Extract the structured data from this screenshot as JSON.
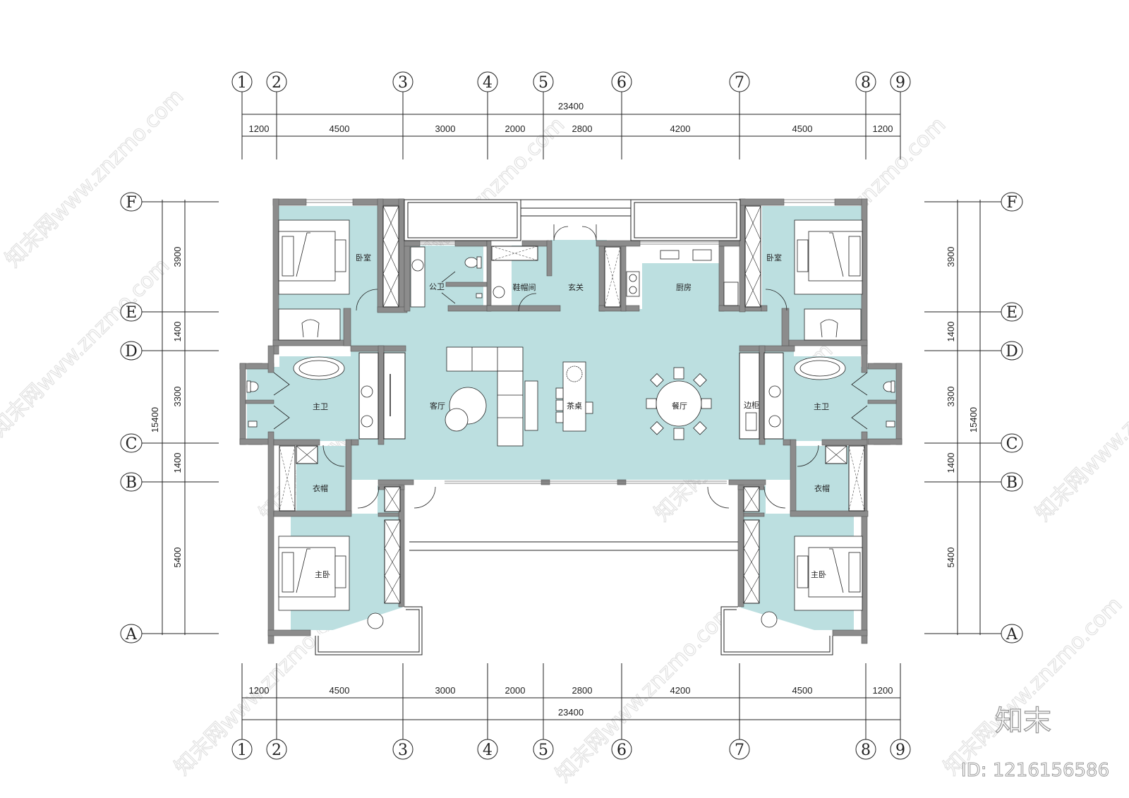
{
  "colors": {
    "floor": "#bcdfe0",
    "wall": "#8c8c8c",
    "line": "#222222",
    "furniture": "#ffffff"
  },
  "grid": {
    "columns": [
      "1",
      "2",
      "3",
      "4",
      "5",
      "6",
      "7",
      "8",
      "9"
    ],
    "rows": [
      "F",
      "E",
      "D",
      "C",
      "B",
      "A"
    ],
    "top_dimensions": {
      "total": "23400",
      "segments": [
        "1200",
        "4500",
        "3000",
        "2000",
        "2800",
        "4200",
        "4500",
        "1200"
      ]
    },
    "bottom_dimensions": {
      "total": "23400",
      "segments": [
        "1200",
        "4500",
        "3000",
        "2000",
        "2800",
        "4200",
        "4500",
        "1200"
      ]
    },
    "left_dimensions": {
      "total": "15400",
      "segments": [
        "3900",
        "1400",
        "3300",
        "1400",
        "5400"
      ]
    },
    "right_dimensions": {
      "total": "15400",
      "segments": [
        "3900",
        "1400",
        "3300",
        "1400",
        "5400"
      ]
    }
  },
  "rooms": {
    "bedroom_nw": "卧室",
    "bedroom_ne": "卧室",
    "public_bath": "公卫",
    "shoe_closet": "鞋帽间",
    "foyer": "玄关",
    "kitchen": "厨房",
    "master_bath_w": "主卫",
    "master_bath_e": "主卫",
    "living_room": "客厅",
    "tea_table": "茶桌",
    "dining_room": "餐厅",
    "sideboard": "边柜",
    "closet_w": "衣帽",
    "closet_e": "衣帽",
    "master_bedroom_w": "主卧",
    "master_bedroom_e": "主卧"
  },
  "branding": {
    "logo_text": "知末",
    "id_text": "ID: 1216156586",
    "watermark": "知末网www.znzmo.com"
  }
}
